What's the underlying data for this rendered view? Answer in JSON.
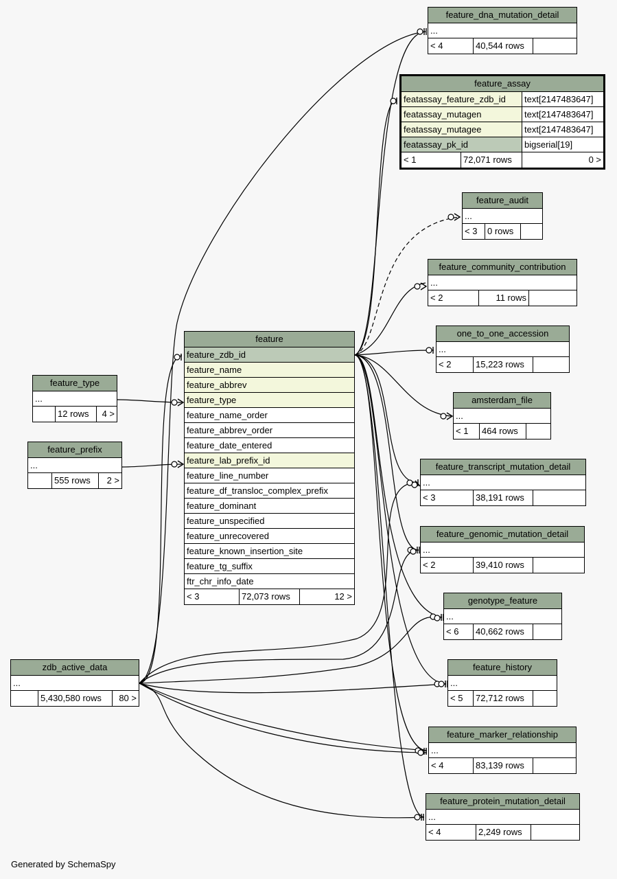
{
  "footer": "Generated by SchemaSpy",
  "tables": {
    "feature_dna_mutation_detail": {
      "name": "feature_dna_mutation_detail",
      "cols": [
        "..."
      ],
      "stats": [
        "< 4",
        "40,544 rows",
        ""
      ]
    },
    "feature_assay": {
      "name": "feature_assay",
      "columns": [
        {
          "name": "featassay_feature_zdb_id",
          "type": "text[2147483647]"
        },
        {
          "name": "featassay_mutagen",
          "type": "text[2147483647]"
        },
        {
          "name": "featassay_mutagee",
          "type": "text[2147483647]"
        },
        {
          "name": "featassay_pk_id",
          "type": "bigserial[19]"
        }
      ],
      "stats": [
        "< 1",
        "72,071 rows",
        "0 >"
      ]
    },
    "feature_audit": {
      "name": "feature_audit",
      "cols": [
        "..."
      ],
      "stats": [
        "< 3",
        "0 rows",
        ""
      ]
    },
    "feature_community_contribution": {
      "name": "feature_community_contribution",
      "cols": [
        "..."
      ],
      "stats": [
        "< 2",
        "11 rows",
        ""
      ]
    },
    "one_to_one_accession": {
      "name": "one_to_one_accession",
      "cols": [
        "..."
      ],
      "stats": [
        "< 2",
        "15,223 rows",
        ""
      ]
    },
    "amsterdam_file": {
      "name": "amsterdam_file",
      "cols": [
        "..."
      ],
      "stats": [
        "< 1",
        "464 rows",
        ""
      ]
    },
    "feature_transcript_mutation_detail": {
      "name": "feature_transcript_mutation_detail",
      "cols": [
        "..."
      ],
      "stats": [
        "< 3",
        "38,191 rows",
        ""
      ]
    },
    "feature_genomic_mutation_detail": {
      "name": "feature_genomic_mutation_detail",
      "cols": [
        "..."
      ],
      "stats": [
        "< 2",
        "39,410 rows",
        ""
      ]
    },
    "genotype_feature": {
      "name": "genotype_feature",
      "cols": [
        "..."
      ],
      "stats": [
        "< 6",
        "40,662 rows",
        ""
      ]
    },
    "feature_history": {
      "name": "feature_history",
      "cols": [
        "..."
      ],
      "stats": [
        "< 5",
        "72,712 rows",
        ""
      ]
    },
    "feature_marker_relationship": {
      "name": "feature_marker_relationship",
      "cols": [
        "..."
      ],
      "stats": [
        "< 4",
        "83,139 rows",
        ""
      ]
    },
    "feature_protein_mutation_detail": {
      "name": "feature_protein_mutation_detail",
      "cols": [
        "..."
      ],
      "stats": [
        "< 4",
        "2,249 rows",
        ""
      ]
    },
    "feature_type": {
      "name": "feature_type",
      "cols": [
        "..."
      ],
      "stats": [
        "",
        "12 rows",
        "4 >"
      ]
    },
    "feature_prefix": {
      "name": "feature_prefix",
      "cols": [
        "..."
      ],
      "stats": [
        "",
        "555 rows",
        "2 >"
      ]
    },
    "zdb_active_data": {
      "name": "zdb_active_data",
      "cols": [
        "..."
      ],
      "stats": [
        "",
        "5,430,580 rows",
        "80 >"
      ]
    },
    "feature": {
      "name": "feature",
      "columns": [
        "feature_zdb_id",
        "feature_name",
        "feature_abbrev",
        "feature_type",
        "feature_name_order",
        "feature_abbrev_order",
        "feature_date_entered",
        "feature_lab_prefix_id",
        "feature_line_number",
        "feature_df_transloc_complex_prefix",
        "feature_dominant",
        "feature_unspecified",
        "feature_unrecovered",
        "feature_known_insertion_site",
        "feature_tg_suffix",
        "ftr_chr_info_date"
      ],
      "stats": [
        "< 3",
        "72,073 rows",
        "12 >"
      ]
    }
  }
}
